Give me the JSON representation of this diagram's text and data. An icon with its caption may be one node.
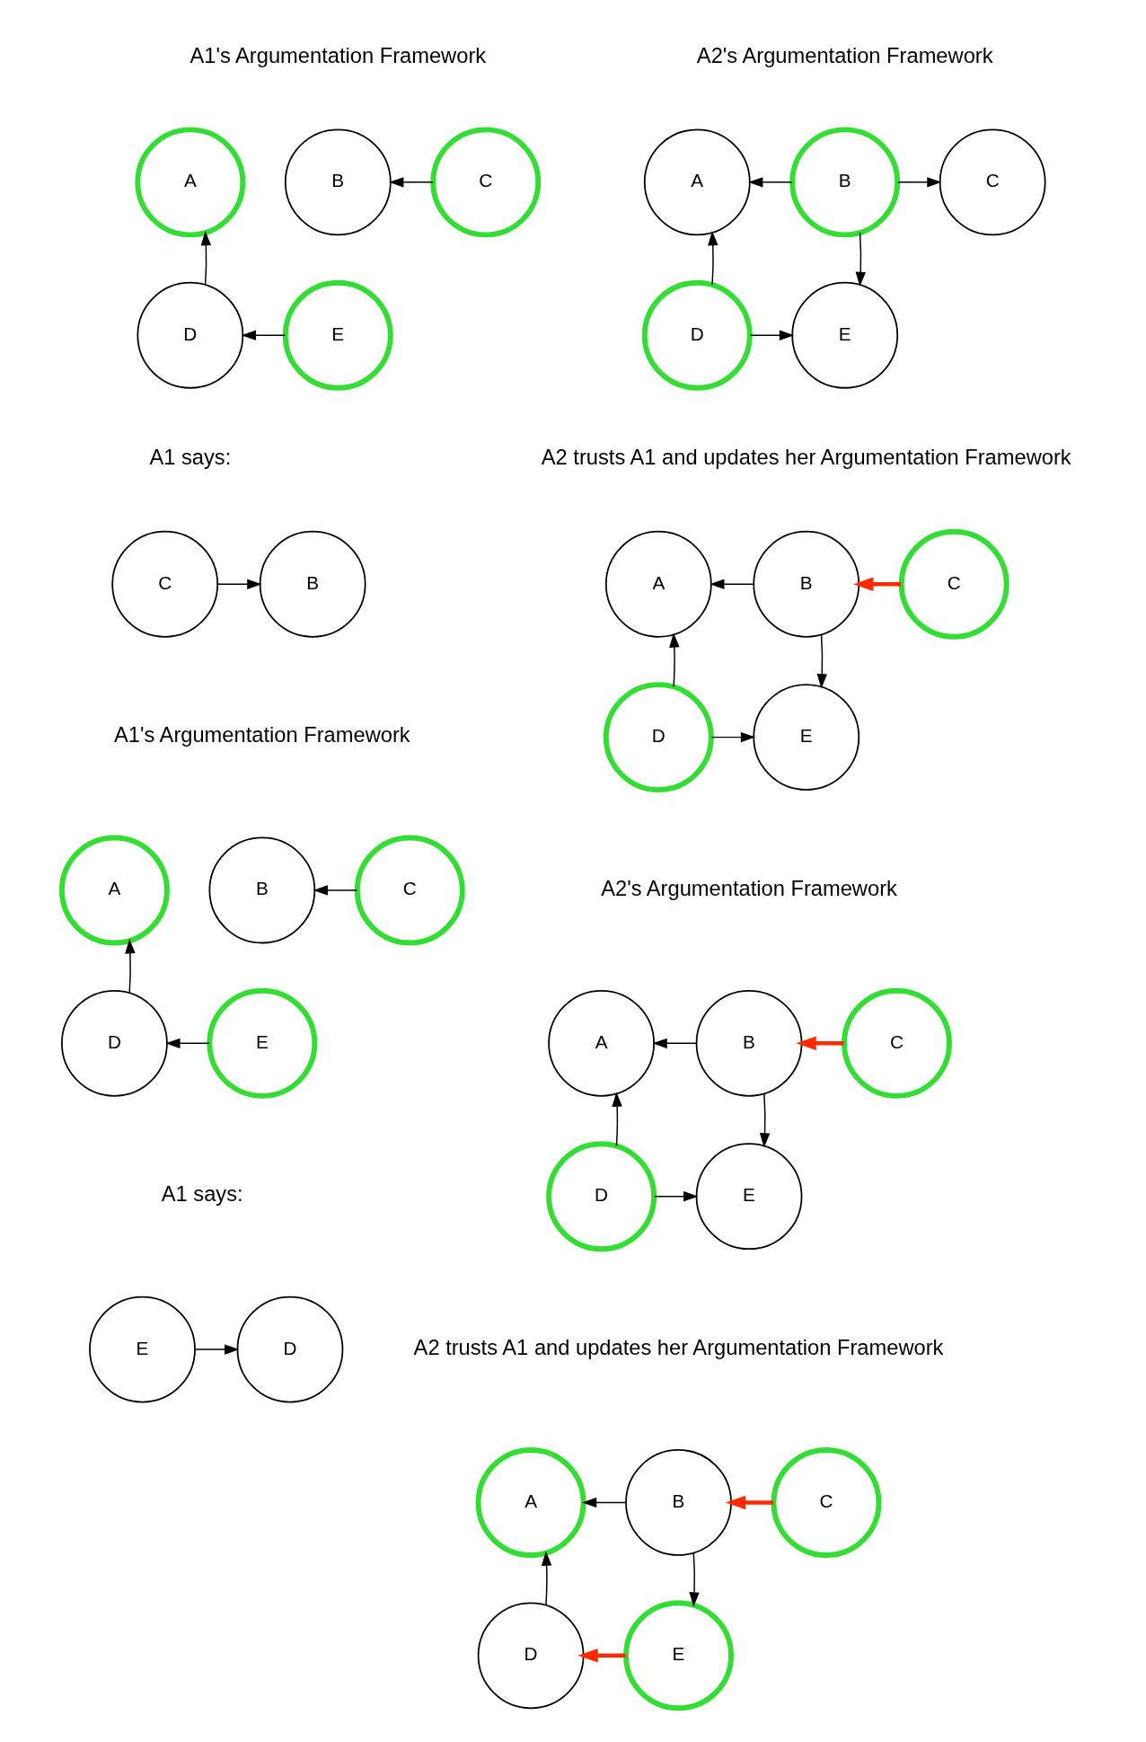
{
  "diagram": {
    "nodes": [
      {
        "text": [
          "A"
        ]
      },
      {
        "text": [
          "B"
        ]
      },
      {
        "text": [
          "C"
        ]
      },
      {
        "text": [
          "D"
        ]
      },
      {
        "text": [
          "E"
        ]
      },
      {
        "text": [
          "A"
        ]
      },
      {
        "text": [
          "B"
        ]
      },
      {
        "text": [
          "C"
        ]
      },
      {
        "text": [
          "D"
        ]
      },
      {
        "text": [
          "E"
        ]
      },
      {
        "text": [
          "C"
        ]
      },
      {
        "text": [
          "B"
        ]
      },
      {
        "text": [
          "A"
        ]
      },
      {
        "text": [
          "B"
        ]
      },
      {
        "text": [
          "C"
        ]
      },
      {
        "text": [
          "D"
        ]
      },
      {
        "text": [
          "E"
        ]
      },
      {
        "text": [
          "A"
        ]
      },
      {
        "text": [
          "B"
        ]
      },
      {
        "text": [
          "C"
        ]
      },
      {
        "text": [
          "D"
        ]
      },
      {
        "text": [
          "E"
        ]
      },
      {
        "text": [
          "A"
        ]
      },
      {
        "text": [
          "B"
        ]
      },
      {
        "text": [
          "C"
        ]
      },
      {
        "text": [
          "D"
        ]
      },
      {
        "text": [
          "E"
        ]
      },
      {
        "text": [
          "E"
        ]
      },
      {
        "text": [
          "D"
        ]
      },
      {
        "text": [
          "A"
        ]
      },
      {
        "text": [
          "B"
        ]
      },
      {
        "text": [
          "C"
        ]
      },
      {
        "text": [
          "D"
        ]
      },
      {
        "text": [
          "E"
        ]
      }
    ],
    "edges": [
      {
        "from": 2,
        "to": 1,
        "arrow": "to"
      },
      {
        "from": 4,
        "to": 3,
        "arrow": "to"
      },
      {
        "from": 3,
        "to": 0,
        "arrow": "to"
      },
      {
        "from": 6,
        "to": 5,
        "arrow": "to"
      },
      {
        "from": 6,
        "to": 7,
        "arrow": "to"
      },
      {
        "from": 6,
        "to": 9,
        "arrow": "to"
      },
      {
        "from": 8,
        "to": 5,
        "arrow": "to"
      },
      {
        "from": 8,
        "to": 9,
        "arrow": "to"
      },
      {
        "from": 10,
        "to": 11,
        "arrow": "to"
      },
      {
        "from": 13,
        "to": 12,
        "arrow": "to"
      },
      {
        "from": 14,
        "to": 13,
        "arrow": "to",
        "style": "thick",
        "color": "#ff2a00"
      },
      {
        "from": 13,
        "to": 16,
        "arrow": "to"
      },
      {
        "from": 15,
        "to": 12,
        "arrow": "to"
      },
      {
        "from": 15,
        "to": 16,
        "arrow": "to"
      },
      {
        "from": 19,
        "to": 18,
        "arrow": "to"
      },
      {
        "from": 21,
        "to": 20,
        "arrow": "to"
      },
      {
        "from": 20,
        "to": 17,
        "arrow": "to"
      },
      {
        "from": 23,
        "to": 22,
        "arrow": "to"
      },
      {
        "from": 24,
        "to": 23,
        "arrow": "to",
        "style": "thick",
        "color": "#ff2a00"
      },
      {
        "from": 23,
        "to": 26,
        "arrow": "to"
      },
      {
        "from": 25,
        "to": 22,
        "arrow": "to"
      },
      {
        "from": 25,
        "to": 26,
        "arrow": "to"
      },
      {
        "from": 27,
        "to": 28,
        "arrow": "to"
      },
      {
        "from": 30,
        "to": 29,
        "arrow": "to"
      },
      {
        "from": 31,
        "to": 30,
        "arrow": "to",
        "style": "thick",
        "color": "#ff2a00"
      },
      {
        "from": 30,
        "to": 33,
        "arrow": "to"
      },
      {
        "from": 32,
        "to": 29,
        "arrow": "to"
      },
      {
        "from": 33,
        "to": 32,
        "arrow": "to",
        "style": "thick",
        "color": "#ff2a00"
      }
    ],
    "labels": [
      "A1's Argumentation Framework",
      "A2's Argumentation Framework",
      "A1 says:",
      "A2 trusts A1 and updates her Argumentation Framework",
      "A1's Argumentation Framework",
      "A2's Argumentation Framework",
      "A1 says:",
      "A2 trusts A1 and updates her Argumentation Framework"
    ]
  }
}
